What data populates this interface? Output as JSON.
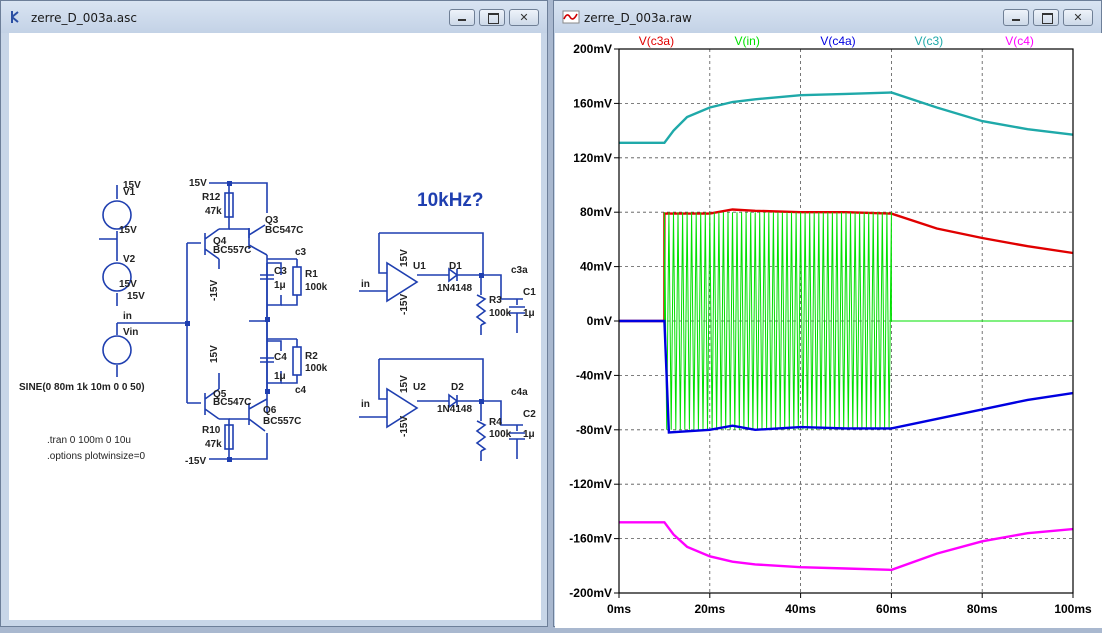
{
  "schematic_window": {
    "title": "zerre_D_003a.asc",
    "icon": "ltspice-schematic-icon",
    "labels": {
      "v1": "V1",
      "v2": "V2",
      "vin": "Vin",
      "v1_top": "15V",
      "v1_bot": "15V",
      "v2_top": "15V",
      "v2_bot": "15V",
      "in": "in",
      "sine": "SINE(0 80m 1k 10m 0 0 50)",
      "tran": ".tran 0 100m 0 10u",
      "options": ".options plotwinsize=0",
      "r12": "R12",
      "r12v": "47k",
      "q3": "Q3",
      "q3v": "BC547C",
      "q4": "Q4",
      "q4v": "BC557C",
      "q5": "Q5",
      "q5v": "BC547C",
      "q6": "Q6",
      "q6v": "BC557C",
      "r10": "R10",
      "r10v": "47k",
      "c3": "C3",
      "c3v": "1μ",
      "r1": "R1",
      "r1v": "100k",
      "c4": "C4",
      "c4v": "1μ",
      "r2": "R2",
      "r2v": "100k",
      "net_c3": "c3",
      "net_c4": "c4",
      "top15": "15V",
      "bot15": "-15V",
      "neg15_q4": "-15V",
      "pos15_q5": "15V",
      "freq_note": "10kHz?",
      "u1": "U1",
      "u2": "U2",
      "d1": "D1",
      "d1v": "1N4148",
      "d2": "D2",
      "d2v": "1N4148",
      "r3": "R3",
      "r3v": "100k",
      "r4": "R4",
      "r4v": "100k",
      "c1": "C1",
      "c1v": "1μ",
      "c2": "C2",
      "c2v": "1μ",
      "net_c3a": "c3a",
      "net_c4a": "c4a",
      "u1_pos": "15V",
      "u1_neg": "-15V",
      "u2_pos": "15V",
      "u2_neg": "-15V",
      "in_u1": "in",
      "in_u2": "in"
    }
  },
  "plot_window": {
    "title": "zerre_D_003a.raw",
    "icon": "waveform-icon"
  },
  "chart_data": {
    "type": "line",
    "xlabel": "",
    "ylabel": "",
    "xlim": [
      0,
      100
    ],
    "ylim": [
      -200,
      200
    ],
    "x_ticks": [
      "0ms",
      "20ms",
      "40ms",
      "60ms",
      "80ms",
      "100ms"
    ],
    "y_ticks": [
      "200mV",
      "160mV",
      "120mV",
      "80mV",
      "40mV",
      "0mV",
      "-40mV",
      "-80mV",
      "-120mV",
      "-160mV",
      "-200mV"
    ],
    "grid": true,
    "legend": "top",
    "series": [
      {
        "name": "V(c3a)",
        "color": "#e00000",
        "x": [
          0,
          10,
          10,
          20,
          25,
          30,
          40,
          50,
          60,
          70,
          80,
          90,
          100
        ],
        "y": [
          0,
          0,
          79,
          79,
          82,
          81,
          80,
          80,
          79,
          68,
          61,
          55,
          50
        ]
      },
      {
        "name": "V(in)",
        "color": "#00e000",
        "x": [
          0,
          10,
          60,
          100
        ],
        "y": [
          0,
          0,
          0,
          0
        ],
        "burst": {
          "start": 10,
          "end": 60,
          "amplitude": 80
        }
      },
      {
        "name": "V(c4a)",
        "color": "#0000e0",
        "x": [
          0,
          10,
          11,
          20,
          25,
          30,
          40,
          50,
          60,
          70,
          80,
          90,
          100
        ],
        "y": [
          0,
          0,
          -82,
          -80,
          -77,
          -80,
          -78,
          -79,
          -79,
          -72,
          -65,
          -58,
          -53
        ]
      },
      {
        "name": "V(c3)",
        "color": "#1fa9a9",
        "x": [
          0,
          10,
          12,
          15,
          20,
          25,
          30,
          40,
          50,
          60,
          70,
          80,
          90,
          100
        ],
        "y": [
          131,
          131,
          140,
          150,
          157,
          161,
          163,
          166,
          167,
          168,
          157,
          147,
          141,
          137
        ]
      },
      {
        "name": "V(c4)",
        "color": "#ff00ff",
        "x": [
          0,
          10,
          12,
          15,
          20,
          25,
          30,
          40,
          50,
          60,
          70,
          80,
          90,
          100
        ],
        "y": [
          -148,
          -148,
          -157,
          -166,
          -173,
          -177,
          -179,
          -181,
          -182,
          -183,
          -171,
          -162,
          -156,
          -153
        ]
      }
    ]
  }
}
